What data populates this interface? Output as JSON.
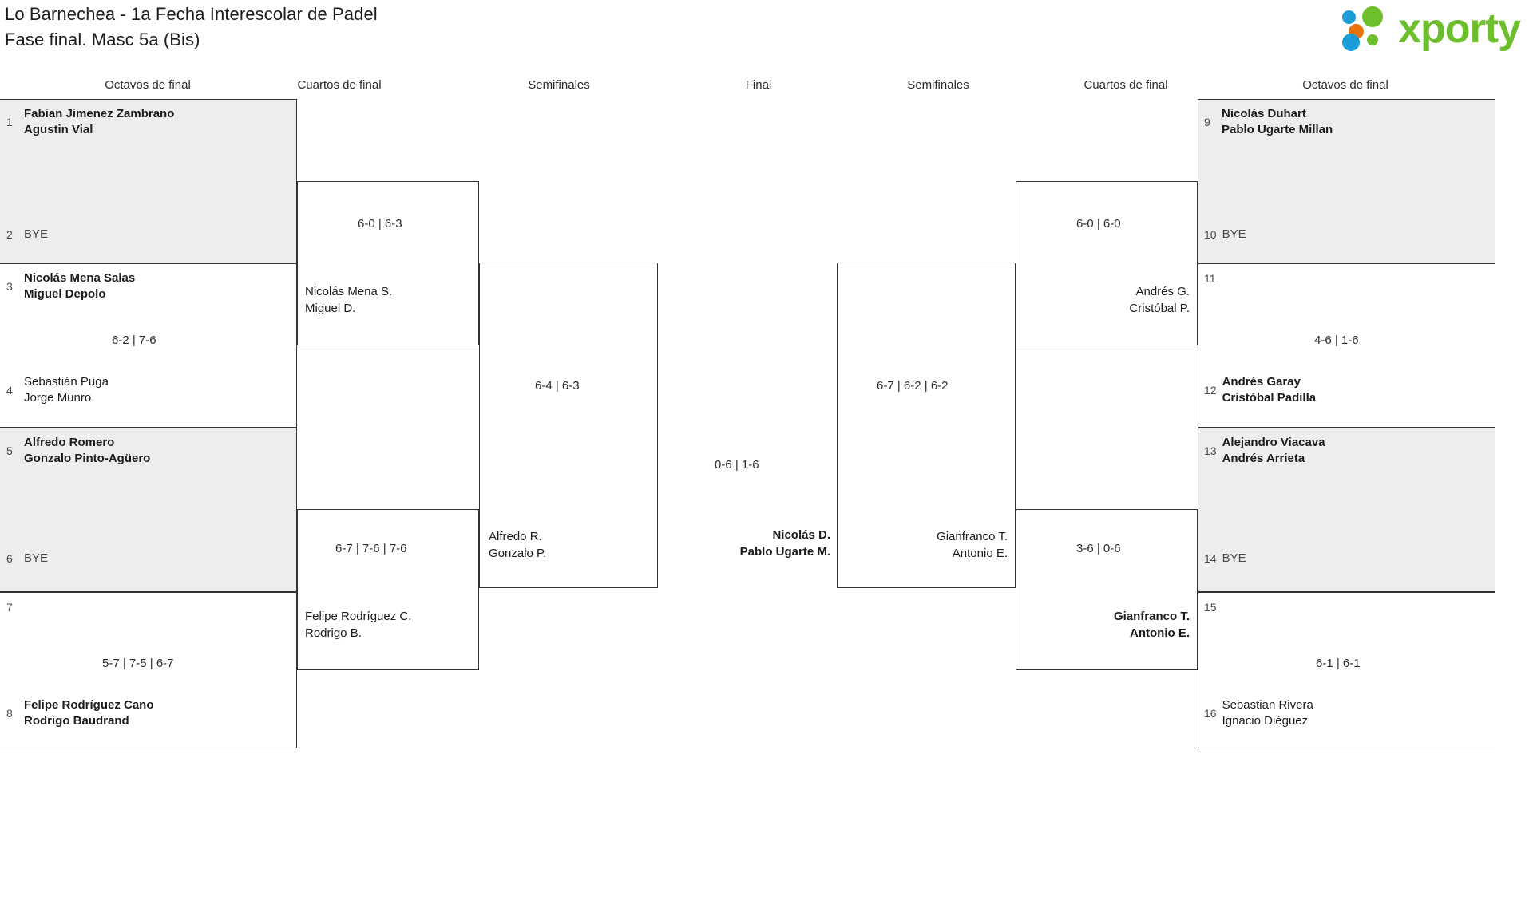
{
  "header": {
    "title_line1": "Lo Barnechea - 1a Fecha Interescolar de Padel",
    "title_line2": "Fase final. Masc 5a (Bis)",
    "logo_text": "xporty"
  },
  "round_headers": {
    "left_r16": "Octavos de final",
    "left_qf": "Cuartos de final",
    "left_sf": "Semifinales",
    "final": "Final",
    "right_sf": "Semifinales",
    "right_qf": "Cuartos de final",
    "right_r16": "Octavos de final"
  },
  "left": {
    "r16": [
      {
        "seed": "1",
        "p1": "Fabian Jimenez Zambrano",
        "p2": "Agustin Vial",
        "bold": true,
        "shaded": true,
        "bye": false
      },
      {
        "seed": "2",
        "p1": "BYE",
        "p2": "",
        "bold": false,
        "shaded": true,
        "bye": true
      },
      {
        "seed": "3",
        "p1": "Nicolás Mena Salas",
        "p2": "Miguel Depolo",
        "bold": true,
        "shaded": false,
        "bye": false
      },
      {
        "seed": "4",
        "p1": "Sebastián Puga",
        "p2": "Jorge Munro",
        "bold": false,
        "shaded": false,
        "bye": false
      },
      {
        "seed": "5",
        "p1": "Alfredo Romero",
        "p2": "Gonzalo Pinto-Agüero",
        "bold": true,
        "shaded": true,
        "bye": false
      },
      {
        "seed": "6",
        "p1": "BYE",
        "p2": "",
        "bold": false,
        "shaded": true,
        "bye": true
      },
      {
        "seed": "7",
        "p1": "",
        "p2": "",
        "bold": false,
        "shaded": false,
        "bye": false
      },
      {
        "seed": "8",
        "p1": "Felipe Rodríguez Cano",
        "p2": "Rodrigo Baudrand",
        "bold": true,
        "shaded": false,
        "bye": false
      }
    ],
    "r16_scores": {
      "m1": "",
      "m2": "6-2 | 7-6",
      "m3": "",
      "m4": "5-7 | 7-5 | 6-7"
    },
    "qf": [
      {
        "score": "6-0 | 6-3",
        "p1": "Nicolás Mena S.",
        "p2": "Miguel D.",
        "bold": false
      },
      {
        "score": "6-7 | 7-6 | 7-6",
        "p1": "Felipe Rodríguez C.",
        "p2": "Rodrigo B.",
        "bold": false
      }
    ],
    "sf": {
      "score": "6-4 | 6-3",
      "p1": "Alfredo R.",
      "p2": "Gonzalo P.",
      "bold": false
    }
  },
  "final": {
    "score": "0-6 | 1-6",
    "winner_p1": "Nicolás D.",
    "winner_p2": "Pablo Ugarte M."
  },
  "right": {
    "r16": [
      {
        "seed": "9",
        "p1": "Nicolás Duhart",
        "p2": "Pablo Ugarte Millan",
        "bold": true,
        "shaded": true,
        "bye": false
      },
      {
        "seed": "10",
        "p1": "BYE",
        "p2": "",
        "bold": false,
        "shaded": true,
        "bye": true
      },
      {
        "seed": "11",
        "p1": "",
        "p2": "",
        "bold": false,
        "shaded": false,
        "bye": false
      },
      {
        "seed": "12",
        "p1": "Andrés Garay",
        "p2": "Cristóbal Padilla",
        "bold": true,
        "shaded": false,
        "bye": false
      },
      {
        "seed": "13",
        "p1": "Alejandro Viacava",
        "p2": "Andrés Arrieta",
        "bold": true,
        "shaded": true,
        "bye": false
      },
      {
        "seed": "14",
        "p1": "BYE",
        "p2": "",
        "bold": false,
        "shaded": true,
        "bye": true
      },
      {
        "seed": "15",
        "p1": "",
        "p2": "",
        "bold": false,
        "shaded": false,
        "bye": false
      },
      {
        "seed": "16",
        "p1": "Sebastian Rivera",
        "p2": "Ignacio Diéguez",
        "bold": false,
        "shaded": false,
        "bye": false
      }
    ],
    "r16_scores": {
      "m1": "",
      "m2": "4-6 | 1-6",
      "m3": "",
      "m4": "6-1 | 6-1"
    },
    "qf": [
      {
        "score": "6-0 | 6-0",
        "p1": "Andrés G.",
        "p2": "Cristóbal P.",
        "bold": false
      },
      {
        "score": "3-6 | 0-6",
        "p1": "Gianfranco T.",
        "p2": "Antonio E.",
        "bold": true
      }
    ],
    "sf": {
      "score": "6-7 | 6-2 | 6-2",
      "p1": "Gianfranco T.",
      "p2": "Antonio E.",
      "bold": false
    }
  }
}
